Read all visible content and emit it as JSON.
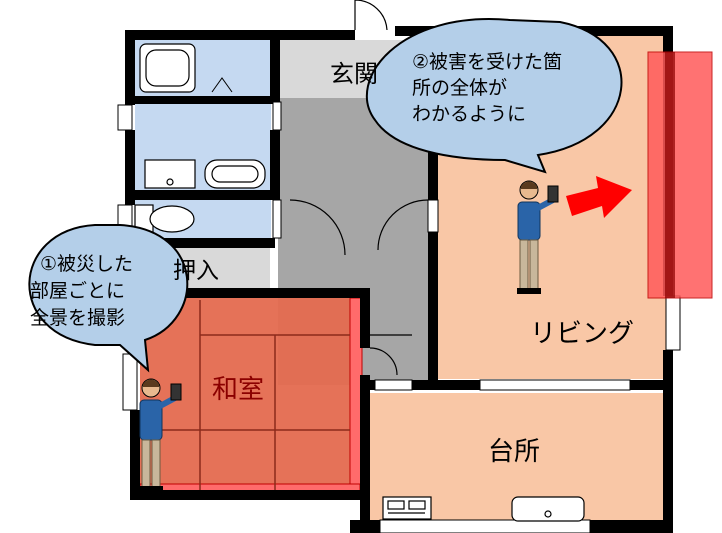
{
  "rooms": {
    "entrance": "玄関",
    "closet": "押入",
    "tatami": "和室",
    "living": "リビング",
    "kitchen": "台所"
  },
  "callouts": {
    "left": [
      "①被災した",
      "部屋ごとに",
      "全景を撮影"
    ],
    "right": [
      "②被害を受けた箇",
      "所の全体が",
      "わかるように"
    ]
  },
  "colors": {
    "wall": "#000000",
    "water_room": "#c5d9f1",
    "living_floor": "#f9c7a6",
    "hall_floor": "#a6a6a6",
    "highlight_red": "#ff4b4b",
    "callout_fill": "#b4cfe9",
    "arrow_red": "#ff0000"
  },
  "icons": [
    "person-with-camera-icon",
    "red-arrow-icon",
    "bathtub-icon",
    "toilet-icon",
    "stove-icon",
    "sink-icon"
  ]
}
